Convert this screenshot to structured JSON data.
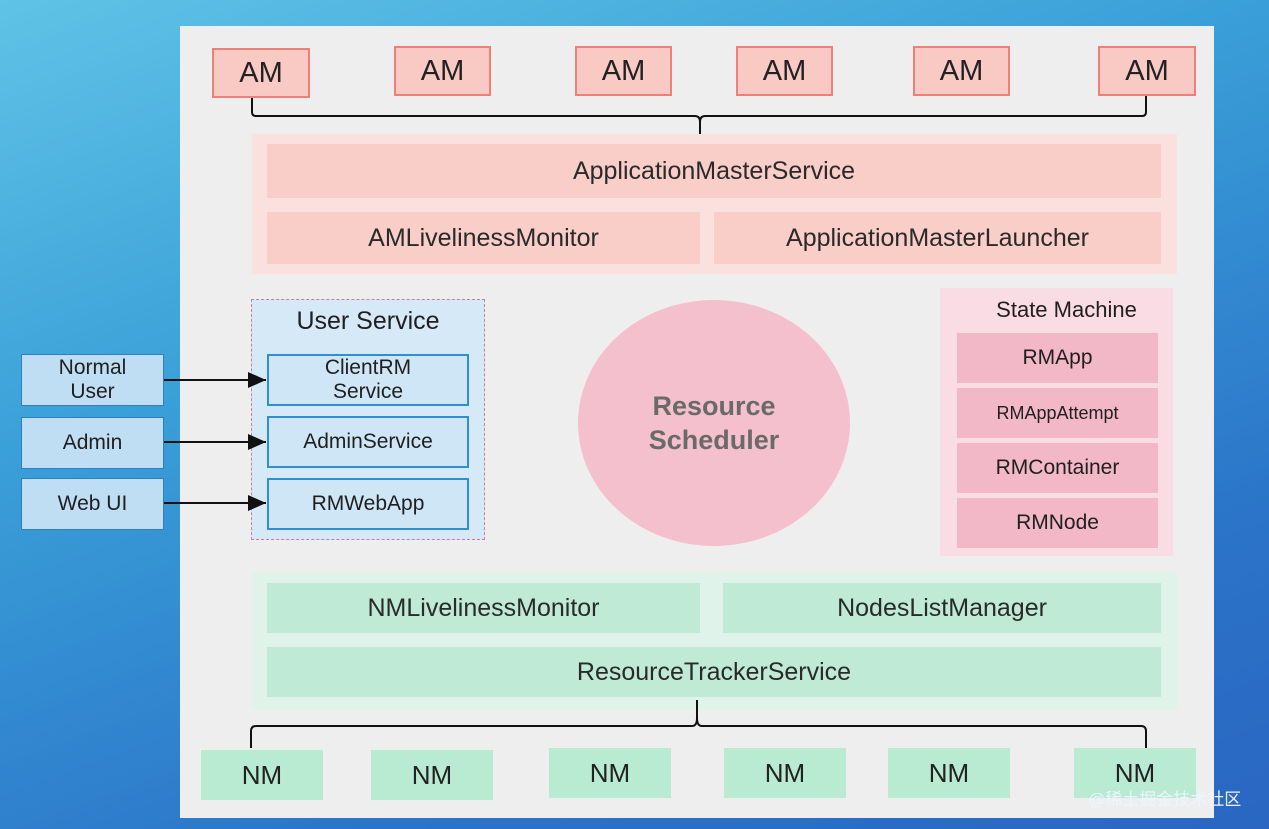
{
  "am_nodes": [
    "AM",
    "AM",
    "AM",
    "AM",
    "AM",
    "AM"
  ],
  "nm_nodes": [
    "NM",
    "NM",
    "NM",
    "NM",
    "NM",
    "NM"
  ],
  "am_zone": {
    "service": "ApplicationMasterService",
    "monitor": "AMLivelinessMonitor",
    "launcher": "ApplicationMasterLauncher"
  },
  "user_service": {
    "title": "User Service",
    "items": [
      "ClientRM\nService",
      "AdminService",
      "RMWebApp"
    ]
  },
  "clients": [
    "Normal\nUser",
    "Admin",
    "Web UI"
  ],
  "scheduler": "Resource\nScheduler",
  "state_machine": {
    "title": "State Machine",
    "items": [
      "RMApp",
      "RMAppAttempt",
      "RMContainer",
      "RMNode"
    ]
  },
  "nm_zone": {
    "monitor": "NMLivelinessMonitor",
    "nodes_list": "NodesListManager",
    "tracker": "ResourceTrackerService"
  },
  "watermark": "@稀土掘金技术社区",
  "colors": {
    "am": "#f9c9c4",
    "nm": "#b9ead2",
    "user_service": "#bfdef4",
    "state_machine": "#f3b8c8",
    "scheduler": "#f5c0cd"
  }
}
